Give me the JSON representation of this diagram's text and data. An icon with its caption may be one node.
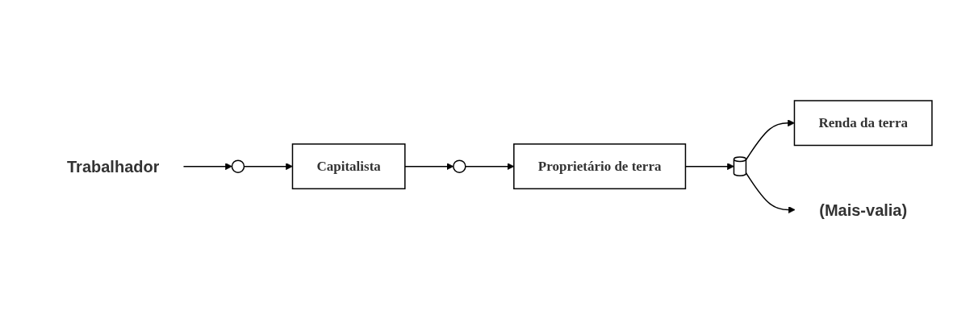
{
  "diagram": {
    "nodes": [
      {
        "text": [
          "Trabalhador"
        ]
      },
      {
        "text": [],
        "shape": "circle"
      },
      {
        "text": [
          "Capitalista"
        ]
      },
      {
        "text": [],
        "shape": "circle"
      },
      {
        "text": [
          "Proprietário de terra"
        ]
      },
      {
        "text": [],
        "shape": "cylinder"
      },
      {
        "text": [
          "Renda da terra"
        ]
      },
      {
        "text": [
          "(Mais-valia)"
        ]
      }
    ],
    "edges": [
      {
        "from": 0,
        "to": 1,
        "arrow": "to"
      },
      {
        "from": 1,
        "to": 2,
        "arrow": "to"
      },
      {
        "from": 2,
        "to": 3,
        "arrow": "to"
      },
      {
        "from": 3,
        "to": 4,
        "arrow": "to"
      },
      {
        "from": 4,
        "to": 5,
        "arrow": "to"
      },
      {
        "from": 5,
        "to": 6,
        "arrow": "to"
      },
      {
        "from": 5,
        "to": 7,
        "arrow": "to"
      }
    ]
  }
}
